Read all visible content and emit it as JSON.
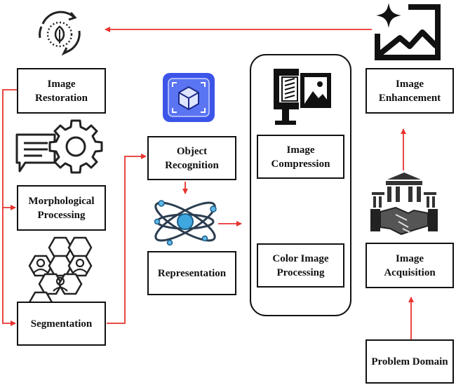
{
  "diagram": {
    "nodes": {
      "image_restoration": "Image\nRestoration",
      "morphological_processing": "Morphological\nProcessing",
      "segmentation": "Segmentation",
      "object_recognition": "Object\nRecognition",
      "representation": "Representation",
      "image_compression": "Image\nCompression",
      "color_image_processing": "Color Image\nProcessing",
      "image_enhancement": "Image\nEnhancement",
      "image_acquisition": "Image\nAcquisition",
      "problem_domain": "Problem Domain"
    },
    "edges": [
      [
        "problem_domain",
        "image_acquisition"
      ],
      [
        "image_acquisition",
        "image_enhancement"
      ],
      [
        "image_enhancement",
        "image_restoration"
      ],
      [
        "image_restoration",
        "morphological_processing"
      ],
      [
        "image_restoration",
        "segmentation"
      ],
      [
        "segmentation",
        "object_recognition"
      ],
      [
        "object_recognition",
        "representation"
      ],
      [
        "representation",
        "image_compression"
      ]
    ],
    "colors": {
      "arrow": "#e8332f",
      "border": "#111111",
      "icon_blue": "#3c55e8"
    },
    "icons": [
      "restoration-cycle-icon",
      "gear-chat-icon",
      "hexagon-people-icon",
      "3d-cube-icon",
      "atom-icon",
      "clamp-image-icon",
      "sparkle-image-icon",
      "handshake-building-icon"
    ]
  }
}
